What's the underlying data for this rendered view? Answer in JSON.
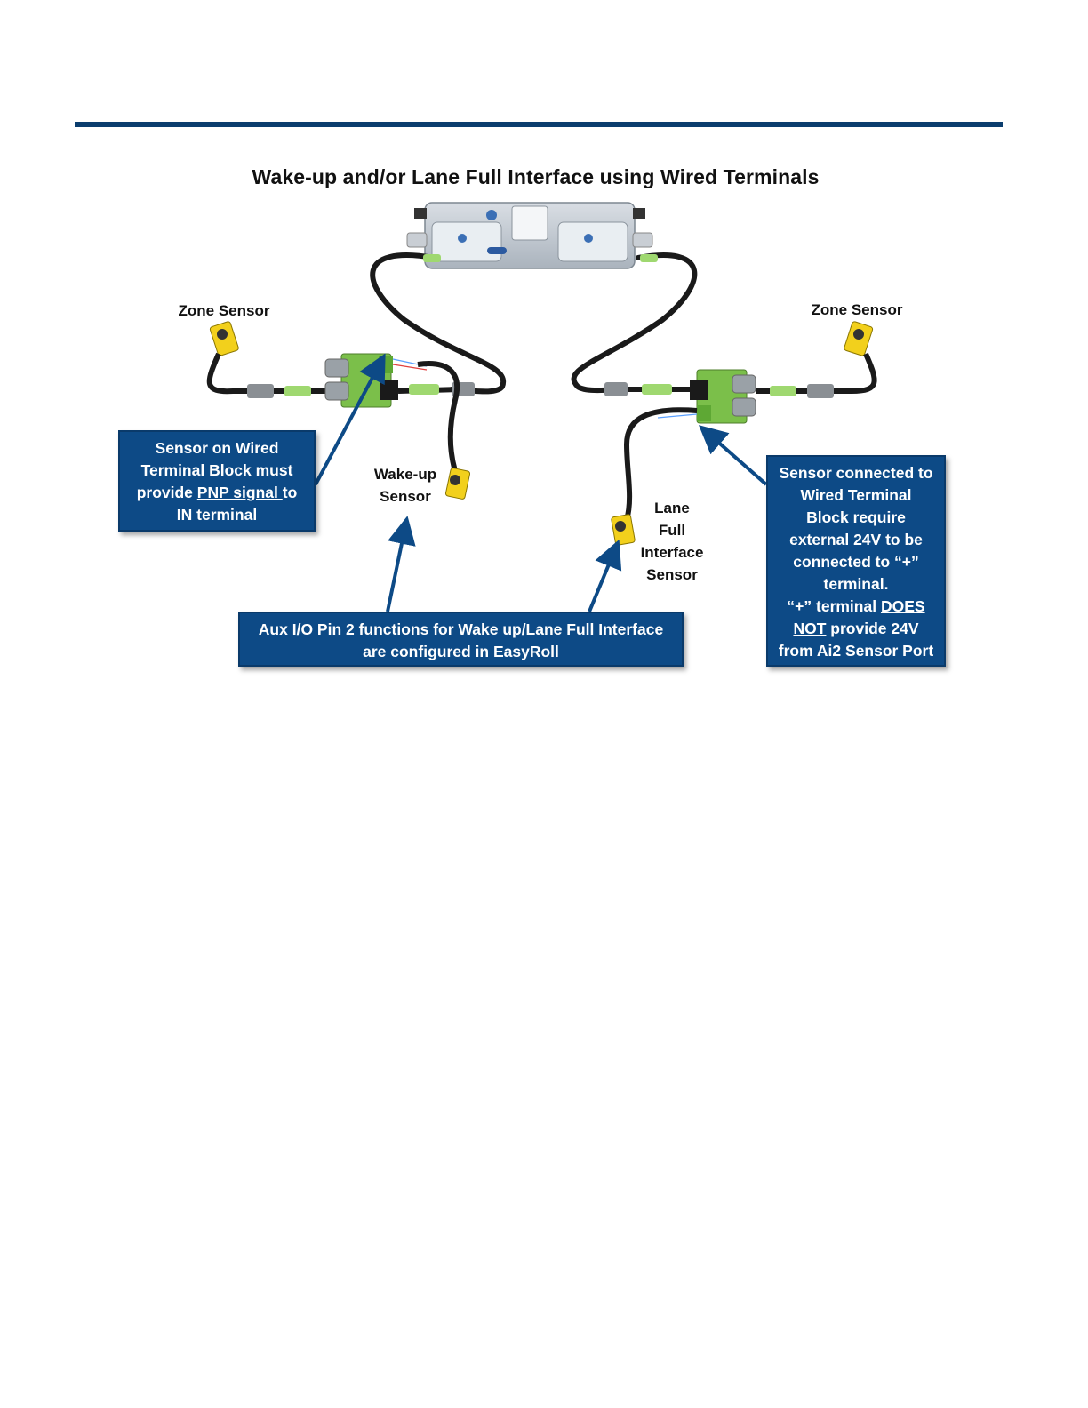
{
  "title": "Wake-up and/or Lane Full Interface using  Wired Terminals",
  "labels": {
    "zone_sensor_left": "Zone Sensor",
    "zone_sensor_right": "Zone Sensor",
    "wakeup_line1": "Wake-up",
    "wakeup_line2": "Sensor",
    "lane_line1": "Lane",
    "lane_line2": "Full",
    "lane_line3": "Interface",
    "lane_line4": "Sensor"
  },
  "callouts": {
    "left": {
      "line1": "Sensor on Wired",
      "line2": "Terminal Block must",
      "line3_pre": "provide ",
      "line3_u": "PNP signal ",
      "line3_post": "to",
      "line4": "IN terminal"
    },
    "bottom": {
      "line1": "Aux I/O Pin 2 functions for Wake up/Lane Full Interface",
      "line2": "are configured in EasyRoll"
    },
    "right": {
      "line1": "Sensor connected to",
      "line2": "Wired Terminal",
      "line3": "Block require",
      "line4": "external 24V  to be",
      "line5": "connected to  “+”",
      "line6": "terminal.",
      "line7_pre": "“+” terminal ",
      "line7_u": "DOES",
      "line8_u": "NOT",
      "line8_post": " provide 24V",
      "line9": "from Ai2 Sensor Port"
    }
  },
  "colors": {
    "rule": "#0b3d6e",
    "callout_fill": "#0d4a86",
    "arrow": "#0d4a86",
    "cable": "#1a1a1a",
    "connector_green": "#9fd870",
    "terminal_block": "#7bbf4a",
    "sensor_yellow": "#f2d01c"
  }
}
